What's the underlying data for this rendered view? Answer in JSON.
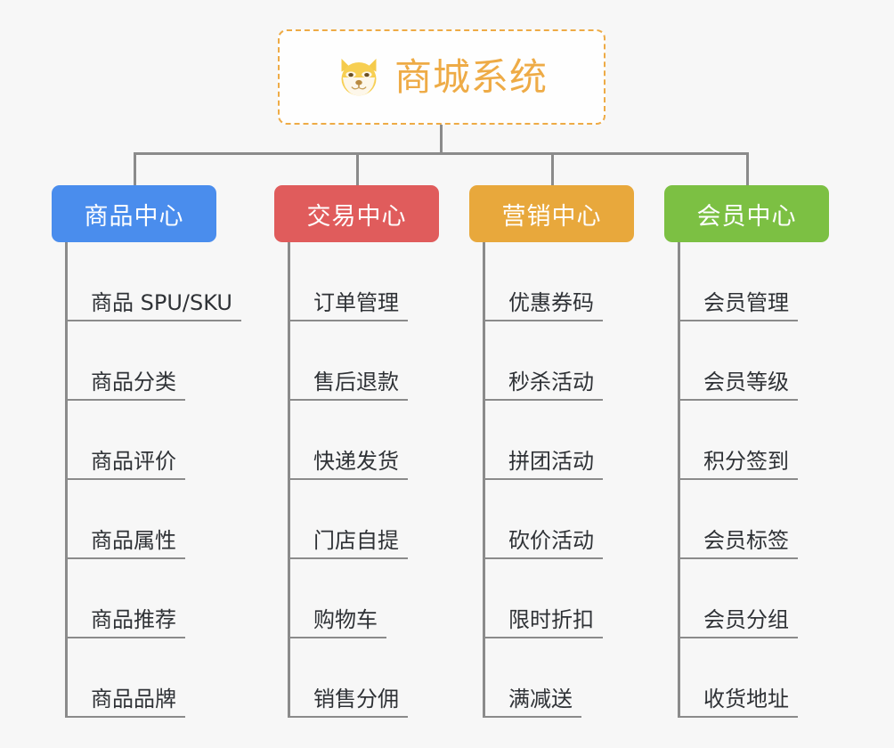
{
  "page": {
    "background_color": "#f7f7f7",
    "line_color": "#8b8b8b",
    "leaf_text_color": "#2f3236"
  },
  "root": {
    "title": "商城系统",
    "icon": "shiba-dog-face-icon",
    "accent_color": "#eeab46",
    "border_style": "dashed"
  },
  "branches": [
    {
      "label": "商品中心",
      "color": "#4a8ded",
      "items": [
        "商品 SPU/SKU",
        "商品分类",
        "商品评价",
        "商品属性",
        "商品推荐",
        "商品品牌"
      ]
    },
    {
      "label": "交易中心",
      "color": "#e05c5c",
      "items": [
        "订单管理",
        "售后退款",
        "快递发货",
        "门店自提",
        "购物车",
        "销售分佣"
      ]
    },
    {
      "label": "营销中心",
      "color": "#e8a83c",
      "items": [
        "优惠券码",
        "秒杀活动",
        "拼团活动",
        "砍价活动",
        "限时折扣",
        "满减送"
      ]
    },
    {
      "label": "会员中心",
      "color": "#7cc043",
      "items": [
        "会员管理",
        "会员等级",
        "积分签到",
        "会员标签",
        "会员分组",
        "收货地址"
      ]
    }
  ]
}
